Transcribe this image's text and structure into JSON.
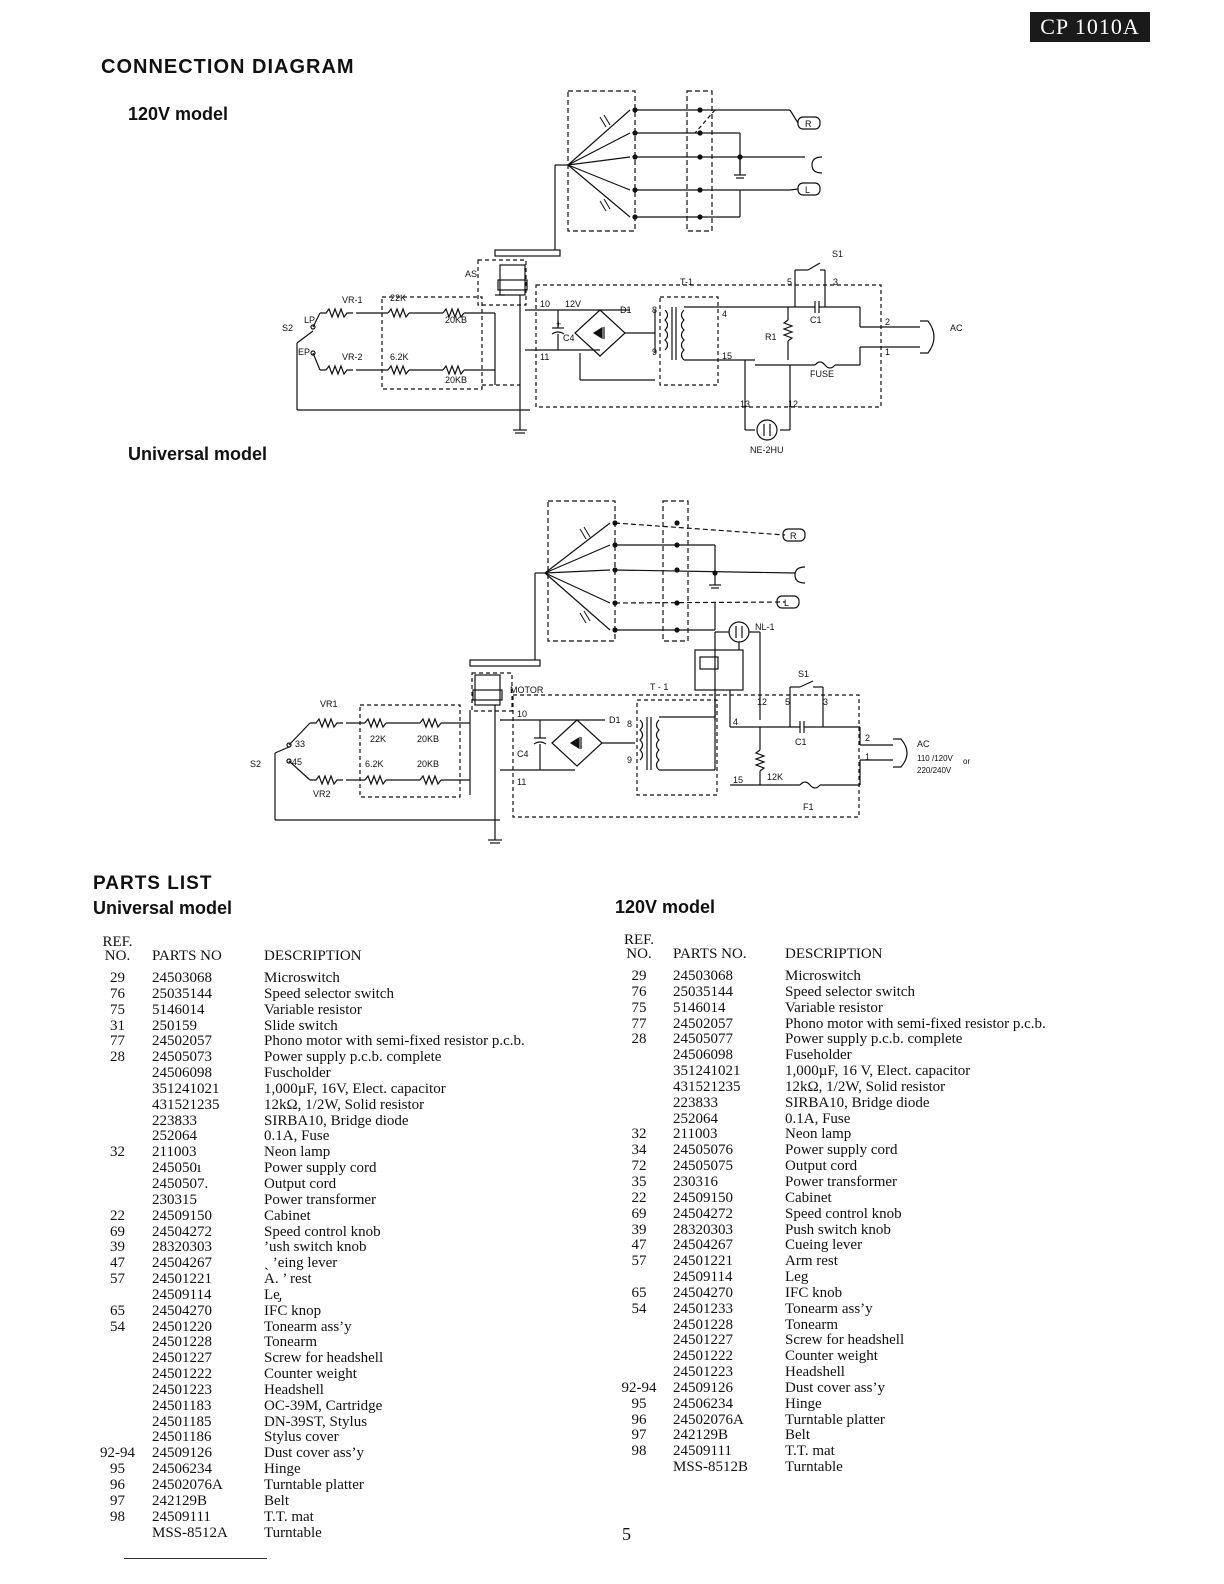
{
  "header": {
    "model": "CP 1010A"
  },
  "connection": {
    "title": "CONNECTION DIAGRAM",
    "model_120v": "120V model",
    "model_universal": "Universal model"
  },
  "diagram_labels": {
    "top": {
      "as": "AS",
      "vr1": "VR-1",
      "vr2": "VR-2",
      "r22k": "22K",
      "r62k": "6.2K",
      "r20kb_a": "20KB",
      "r20kb_b": "20KB",
      "s2": "S2",
      "lp": "LP",
      "ep": "EP",
      "t1": "T-1",
      "d1": "D1",
      "c4": "C4",
      "v12": "12V",
      "c1": "C1",
      "r1": "R1",
      "fuse": "FUSE",
      "ac": "AC",
      "s1": "S1",
      "ne": "NE-2HU",
      "n10": "10",
      "n11": "11",
      "n8": "8",
      "n9": "9",
      "n4": "4",
      "n15": "15",
      "n5": "5",
      "n3": "3",
      "n2": "2",
      "n1": "1",
      "n13": "13",
      "n12": "12",
      "plus": "+",
      "r": "R",
      "l": "L"
    },
    "bottom": {
      "motor": "MOTOR",
      "vr1": "VR1",
      "vr2": "VR2",
      "r22k": "22K",
      "r62k": "6.2K",
      "r20kb_a": "20KB",
      "r20kb_b": "20KB",
      "s2": "S2",
      "n33": "33",
      "n45": "45",
      "t1": "T - 1",
      "d1": "D1",
      "c4": "C4",
      "nl1": "NL-1",
      "s1": "S1",
      "c1": "C1",
      "r12k": "12K",
      "f1": "F1",
      "ac": "AC",
      "volt1": "110 /120V",
      "or": "or",
      "volt2": "220/240V",
      "n10": "10",
      "n11": "11",
      "n8": "8",
      "n9": "9",
      "n4": "4",
      "n15": "15",
      "n12": "12",
      "n5": "5",
      "n3": "3",
      "n2": "2",
      "n1": "1",
      "r": "R",
      "l": "L"
    }
  },
  "parts": {
    "title": "PARTS LIST",
    "universal": {
      "title": "Universal model",
      "headers": {
        "ref": "REF.\nNO.",
        "part": "PARTS NO",
        "desc": "DESCRIPTION"
      },
      "rows": [
        [
          "29",
          "24503068",
          "Microswitch"
        ],
        [
          "76",
          "25035144",
          "Speed selector switch"
        ],
        [
          "75",
          "5146014",
          "Variable resistor"
        ],
        [
          "31",
          "250159",
          "Slide switch"
        ],
        [
          "77",
          "24502057",
          "Phono motor with semi-fixed resistor p.c.b."
        ],
        [
          "28",
          "24505073",
          "Power supply p.c.b. complete"
        ],
        [
          "",
          "24506098",
          "Fuscholder"
        ],
        [
          "",
          "351241021",
          "1,000µF, 16V, Elect. capacitor"
        ],
        [
          "",
          "431521235",
          "12kΩ, 1/2W, Solid resistor"
        ],
        [
          "",
          "223833",
          "SIRBA10, Bridge diode"
        ],
        [
          "",
          "252064",
          "0.1A, Fuse"
        ],
        [
          "32",
          "211003",
          "Neon lamp"
        ],
        [
          "",
          "245050ı",
          "Power supply cord"
        ],
        [
          "",
          "2450507.",
          "Output cord"
        ],
        [
          "",
          "230315",
          "Power transformer"
        ],
        [
          "22",
          "24509150",
          "Cabinet"
        ],
        [
          "69",
          "24504272",
          "Speed control knob"
        ],
        [
          "39",
          "28320303",
          "’ush switch knob"
        ],
        [
          "47",
          "24504267",
          "ˏ ’eing lever"
        ],
        [
          "57",
          "24501221",
          "A.  ’ rest"
        ],
        [
          "",
          "24509114",
          "Le̡"
        ],
        [
          "65",
          "24504270",
          "IFC knop"
        ],
        [
          "54",
          "24501220",
          "Tonearm ass’y"
        ],
        [
          "",
          "24501228",
          "Tonearm"
        ],
        [
          "",
          "24501227",
          "Screw for headshell"
        ],
        [
          "",
          "24501222",
          "Counter weight"
        ],
        [
          "",
          "24501223",
          "Headshell"
        ],
        [
          "",
          "24501183",
          "OC-39M, Cartridge"
        ],
        [
          "",
          "24501185",
          "DN-39ST, Stylus"
        ],
        [
          "",
          "24501186",
          "Stylus cover"
        ],
        [
          "92-94",
          "24509126",
          "Dust cover ass’y"
        ],
        [
          "95",
          "24506234",
          "Hinge"
        ],
        [
          "96",
          "24502076A",
          "Turntable platter"
        ],
        [
          "97",
          "242129B",
          "Belt"
        ],
        [
          "98",
          "24509111",
          "T.T. mat"
        ],
        [
          "",
          "MSS-8512A",
          "Turntable"
        ]
      ]
    },
    "v120": {
      "title": "120V model",
      "headers": {
        "ref": "REF.\nNO.",
        "part": "PARTS NO.",
        "desc": "DESCRIPTION"
      },
      "rows": [
        [
          "29",
          "24503068",
          "Microswitch"
        ],
        [
          "76",
          "25035144",
          "Speed selector switch"
        ],
        [
          "75",
          "5146014",
          "Variable resistor"
        ],
        [
          "77",
          "24502057",
          "Phono motor with semi-fixed resistor p.c.b."
        ],
        [
          "28",
          "24505077",
          "Power supply p.c.b. complete"
        ],
        [
          "",
          "24506098",
          "Fuseholder"
        ],
        [
          "",
          "351241021",
          "1,000µF, 16 V, Elect. capacitor"
        ],
        [
          "",
          "431521235",
          "12kΩ, 1/2W, Solid resistor"
        ],
        [
          "",
          "223833",
          "SIRBA10, Bridge diode"
        ],
        [
          "",
          "252064",
          "0.1A, Fuse"
        ],
        [
          "32",
          "211003",
          "Neon lamp"
        ],
        [
          "34",
          "24505076",
          "Power supply cord"
        ],
        [
          "72",
          "24505075",
          "Output cord"
        ],
        [
          "35",
          "230316",
          "Power transformer"
        ],
        [
          "22",
          "24509150",
          "Cabinet"
        ],
        [
          "69",
          "24504272",
          "Speed control knob"
        ],
        [
          "39",
          "28320303",
          "Push switch knob"
        ],
        [
          "47",
          "24504267",
          "Cueing lever"
        ],
        [
          "57",
          "24501221",
          "Arm rest"
        ],
        [
          "",
          "24509114",
          "Leg"
        ],
        [
          "65",
          "24504270",
          "IFC knob"
        ],
        [
          "54",
          "24501233",
          "Tonearm ass’y"
        ],
        [
          "",
          "24501228",
          "Tonearm"
        ],
        [
          "",
          "24501227",
          "Screw for headshell"
        ],
        [
          "",
          "24501222",
          "Counter weight"
        ],
        [
          "",
          "24501223",
          "Headshell"
        ],
        [
          "92-94",
          "24509126",
          "Dust cover ass’y"
        ],
        [
          "95",
          "24506234",
          "Hinge"
        ],
        [
          "96",
          "24502076A",
          "Turntable platter"
        ],
        [
          "97",
          "242129B",
          "Belt"
        ],
        [
          "98",
          "24509111",
          "T.T. mat"
        ],
        [
          "",
          "MSS-8512B",
          "Turntable"
        ]
      ]
    }
  },
  "footer": {
    "page": "5"
  }
}
